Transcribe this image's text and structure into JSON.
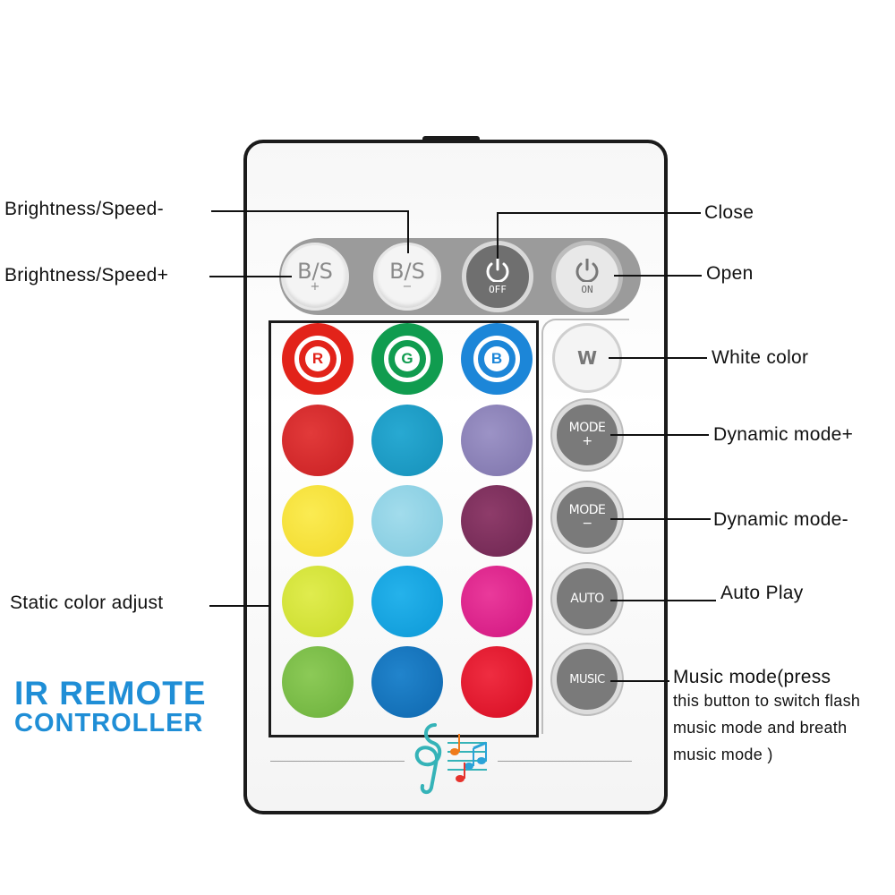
{
  "labels": {
    "bs_minus": "Brightness/Speed-",
    "bs_plus": "Brightness/Speed+",
    "close": "Close",
    "open": "Open",
    "white": "White color",
    "mode_plus": "Dynamic mode+",
    "mode_minus": "Dynamic mode-",
    "auto": "Auto Play",
    "music_1": "Music mode(press",
    "music_2": "this button to switch flash",
    "music_3": "music mode and breath",
    "music_4": "music mode )",
    "static": "Static color adjust"
  },
  "title": {
    "line1": "IR REMOTE",
    "line2": "CONTROLLER"
  },
  "buttons": {
    "bs": "B/S",
    "plus": "+",
    "minus": "−",
    "off": "OFF",
    "on": "ON",
    "w": "W",
    "mode": "MODE",
    "auto": "AUTO",
    "music": "MUSIC",
    "r": "R",
    "g": "G",
    "b": "B"
  },
  "colors": {
    "accent": "#1f8ed6",
    "rgb": [
      "#e2231a",
      "#109c4f",
      "#1c86d8"
    ],
    "grid": [
      "#d8282a",
      "#1b9cc6",
      "#8e83b8",
      "#f7e43a",
      "#8fd3e6",
      "#7e2f5c",
      "#d5e437",
      "#12a6e3",
      "#e01f8e",
      "#7cbf47",
      "#1476c1",
      "#e3142c"
    ]
  }
}
